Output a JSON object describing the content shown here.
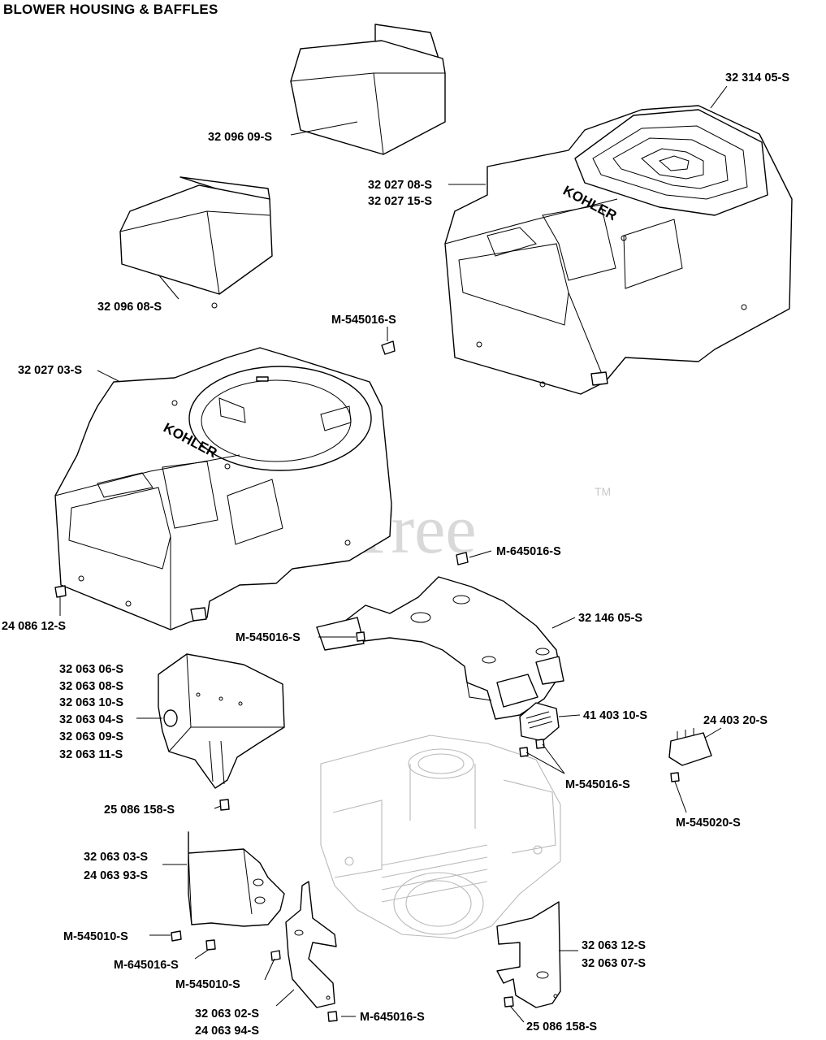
{
  "title": "BLOWER HOUSING & BAFFLES",
  "watermark": "PartsTree",
  "trademark": "TM",
  "brand_mark": "KOHLER",
  "labels": {
    "l1": "32 314 05-S",
    "l2": "32 096 09-S",
    "l3": "32 027 08-S",
    "l4": "32 027 15-S",
    "l5": "32 096 08-S",
    "l6": "M-545016-S",
    "l7": "32 027 03-S",
    "l8": "M-645016-S",
    "l9": "24 086 12-S",
    "l10": "32 146 05-S",
    "l11": "M-545016-S",
    "l12": "32 063 06-S",
    "l13": "32 063 08-S",
    "l14": "32 063 10-S",
    "l15": "32 063 04-S",
    "l16": "32 063 09-S",
    "l17": "32 063 11-S",
    "l18": "41 403 10-S",
    "l19": "24 403 20-S",
    "l20": "M-545016-S",
    "l21": "25 086 158-S",
    "l22": "M-545020-S",
    "l23": "32 063 03-S",
    "l24": "24 063 93-S",
    "l25": "M-545010-S",
    "l26": "M-645016-S",
    "l27": "M-545010-S",
    "l28": "32 063 12-S",
    "l29": "32 063 07-S",
    "l30": "32 063 02-S",
    "l31": "24 063 94-S",
    "l32": "M-645016-S",
    "l33": "25 086 158-S"
  }
}
